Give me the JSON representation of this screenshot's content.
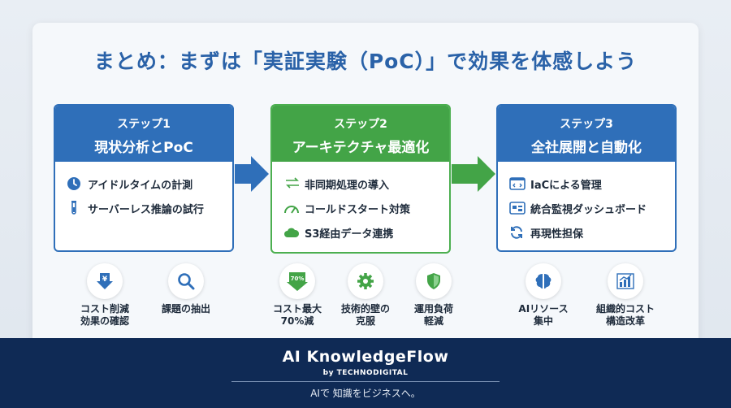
{
  "title": "まとめ：まずは「実証実験（PoC）」で効果を体感しよう",
  "colors": {
    "blue": "#2f6fb9",
    "green": "#43a447",
    "navy": "#0f2a55"
  },
  "steps": [
    {
      "num": "ステップ1",
      "title": "現状分析とPoC",
      "items": [
        {
          "icon": "clock-icon",
          "label": "アイドルタイムの計測"
        },
        {
          "icon": "test-tube-icon",
          "label": "サーバーレス推論の試行"
        }
      ]
    },
    {
      "num": "ステップ2",
      "title": "アーキテクチャ最適化",
      "items": [
        {
          "icon": "async-icon",
          "label": "非同期処理の導入"
        },
        {
          "icon": "gauge-icon",
          "label": "コールドスタート対策"
        },
        {
          "icon": "cloud-icon",
          "label": "S3経由データ連携"
        }
      ]
    },
    {
      "num": "ステップ3",
      "title": "全社展開と自動化",
      "items": [
        {
          "icon": "code-window-icon",
          "label": "IaCによる管理"
        },
        {
          "icon": "dashboard-icon",
          "label": "統合監視ダッシュボード"
        },
        {
          "icon": "refresh-icon",
          "label": "再現性担保"
        }
      ]
    }
  ],
  "features": [
    {
      "icon": "yen-down-icon",
      "label": "コスト削減\n効果の確認"
    },
    {
      "icon": "magnifier-icon",
      "label": "課題の抽出"
    },
    {
      "icon": "percent-down-icon",
      "badge": "70%",
      "label": "コスト最大\n70%減"
    },
    {
      "icon": "gear-icon",
      "label": "技術的壁の\n克服"
    },
    {
      "icon": "shield-icon",
      "label": "運用負荷\n軽減"
    },
    {
      "icon": "brain-icon",
      "label": "AIリソース\n集中"
    },
    {
      "icon": "bar-chart-icon",
      "label": "組織的コスト\n構造改革"
    }
  ],
  "footer": {
    "brand": "AI KnowledgeFlow",
    "by": "by TECHNODIGITAL",
    "tagline": "AIで 知識をビジネスへ。"
  }
}
